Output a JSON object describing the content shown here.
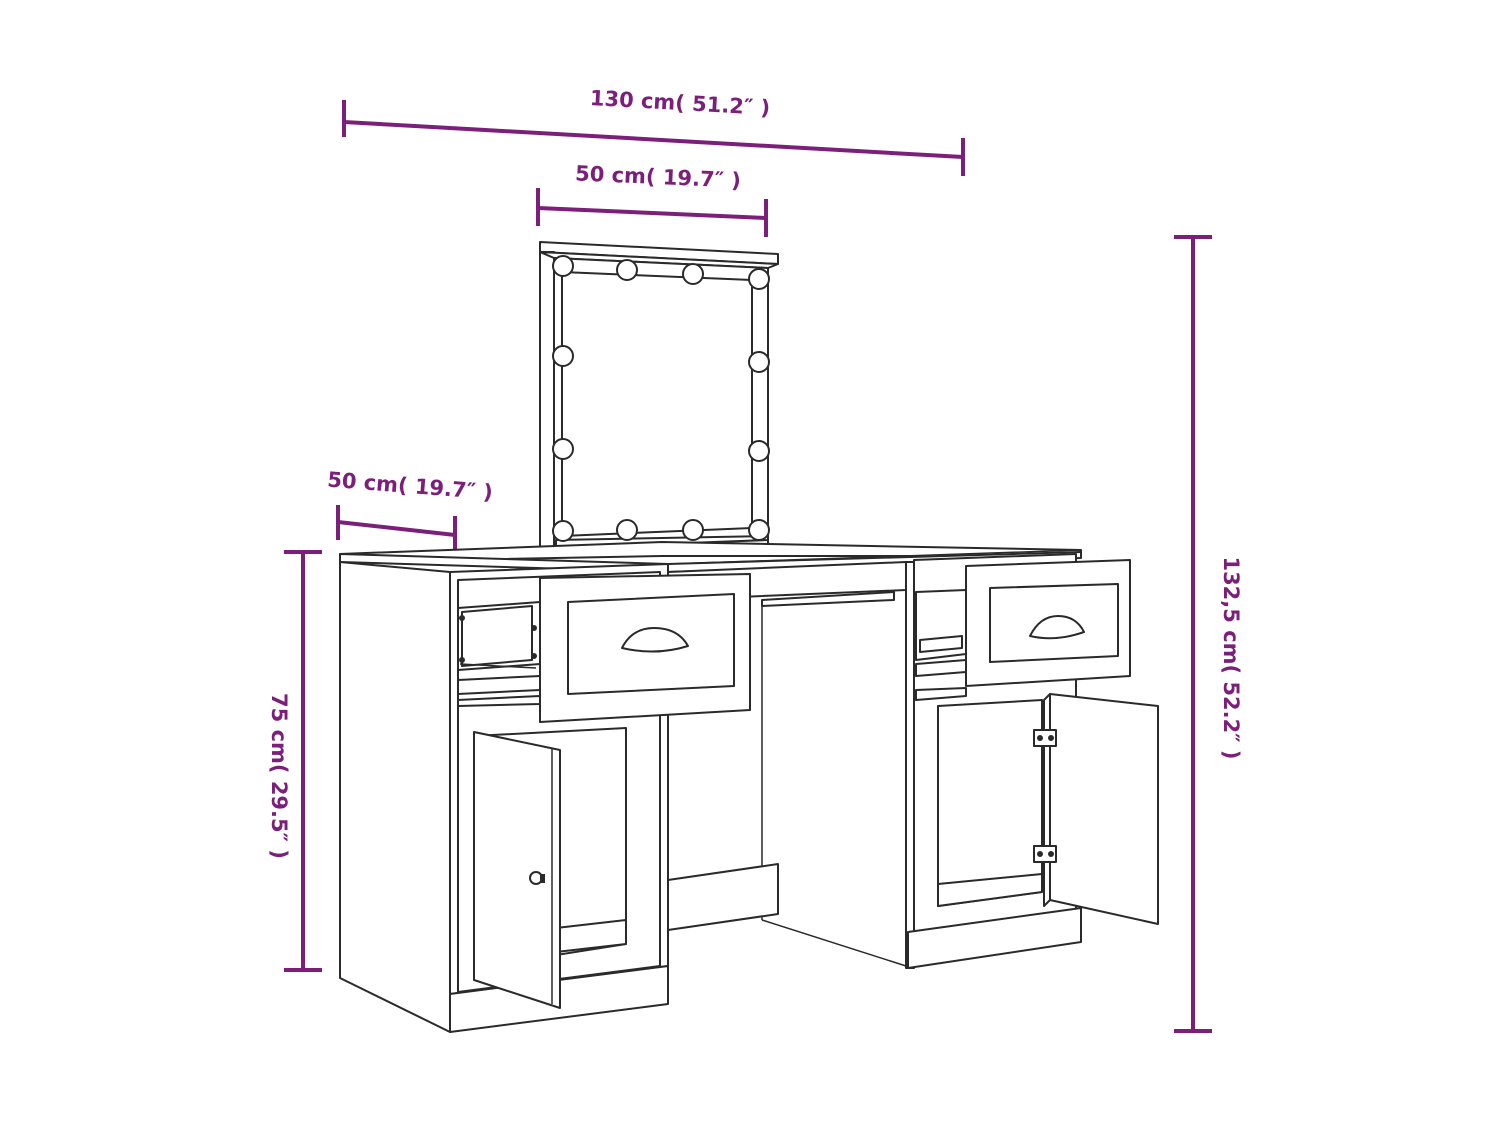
{
  "colors": {
    "dimension": "#7b1f7a",
    "outline": "#2a2a2a",
    "background": "#ffffff"
  },
  "dimensions": {
    "total_width": "130 cm( 51.2″ )",
    "mirror_width": "50 cm( 19.7″ )",
    "depth": "50 cm( 19.7″ )",
    "table_height": "75 cm( 29.5″ )",
    "total_height": "132,5 cm( 52.2″ )"
  }
}
